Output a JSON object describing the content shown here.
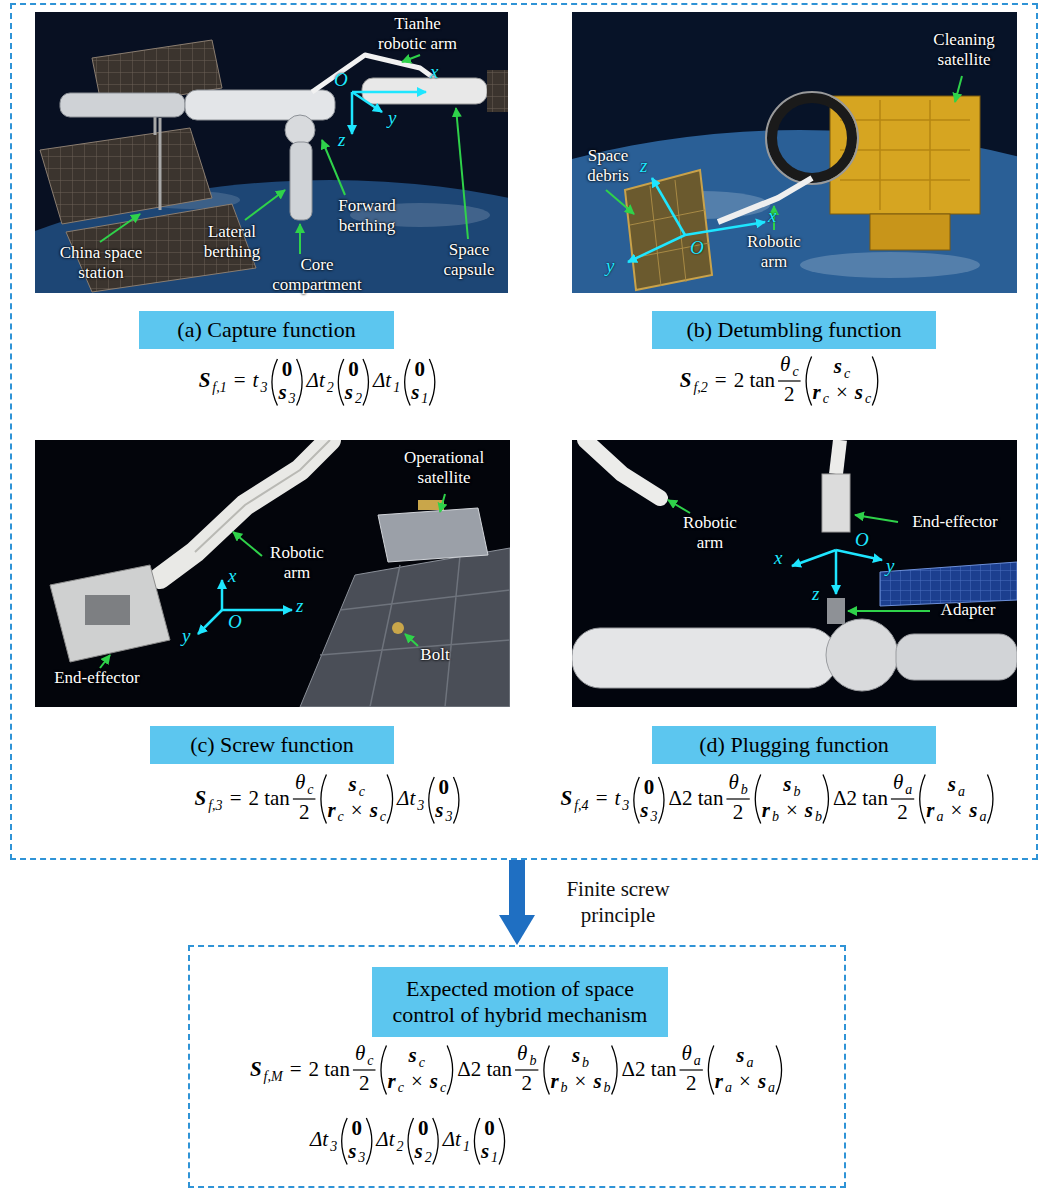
{
  "diagram": {
    "nodes": [
      {},
      {
        "text": [
          "(a) Capture function"
        ],
        "in": 0
      },
      {
        "text": [
          "(b) Detumbling function"
        ],
        "in": 0
      },
      {
        "text": [
          "(c) Screw function"
        ],
        "in": 0
      },
      {
        "text": [
          "(d) Plugging function"
        ],
        "in": 0
      },
      {},
      {
        "text": [
          "Expected motion of space control of hybrid mechanism"
        ],
        "in": 5
      }
    ],
    "edges": [
      {
        "from": 0,
        "to": 5,
        "arrow": "to",
        "label": "Finite screw principle"
      }
    ],
    "labels": [
      "Tianhe robotic arm",
      "O",
      "x",
      "y",
      "z",
      "Lateral berthing",
      "Forward berthing",
      "China space station",
      "Core compartment",
      "Space capsule",
      "Cleaning satellite",
      "Space debris",
      "Robotic arm",
      "z",
      "x",
      "O",
      "y",
      "S",
      "f,1",
      "=",
      "t",
      "3",
      "0",
      "s",
      "3",
      "Δt",
      "2",
      "0",
      "s",
      "2",
      "Δt",
      "1",
      "0",
      "s",
      "1",
      "S",
      "f,2",
      "=",
      "2 tan",
      "θ",
      "c",
      "2",
      "s",
      "c",
      "r",
      "c",
      "×",
      "s",
      "c",
      "Operational satellite",
      "Robotic arm",
      "x",
      "O",
      "z",
      "y",
      "End-effector",
      "Bolt",
      "Robotic arm",
      "End-effector",
      "O",
      "x",
      "y",
      "z",
      "Adapter",
      "S",
      "f,3",
      "=",
      "2 tan",
      "θ",
      "c",
      "2",
      "s",
      "c",
      "r",
      "c",
      "×",
      "s",
      "c",
      "Δt",
      "3",
      "0",
      "s",
      "3",
      "S",
      "f,4",
      "=",
      "t",
      "3",
      "0",
      "s",
      "3",
      "Δ2 tan",
      "θ",
      "b",
      "2",
      "s",
      "b",
      "r",
      "b",
      "×",
      "s",
      "b",
      "Δ2 tan",
      "θ",
      "a",
      "2",
      "s",
      "a",
      "r",
      "a",
      "×",
      "s",
      "a",
      "S",
      "f,M",
      "=",
      "2 tan",
      "θ",
      "c",
      "2",
      "s",
      "c",
      "r",
      "c",
      "×",
      "s",
      "c",
      "Δ2 tan",
      "θ",
      "b",
      "2",
      "s",
      "b",
      "r",
      "b",
      "×",
      "s",
      "b",
      "Δ2 tan",
      "θ",
      "a",
      "2",
      "s",
      "a",
      "r",
      "a",
      "×",
      "s",
      "a",
      "Δt",
      "3",
      "0",
      "s",
      "3",
      "Δt",
      "2",
      "0",
      "s",
      "2",
      "Δt",
      "1",
      "0",
      "s",
      "1"
    ]
  }
}
